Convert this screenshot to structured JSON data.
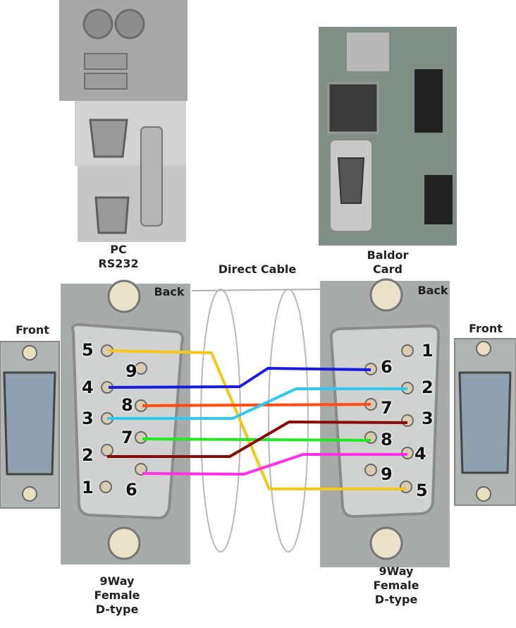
{
  "labels": {
    "pc_title": "PC",
    "pc_subtitle": "RS232",
    "baldor_title": "Baldor",
    "baldor_subtitle": "Card",
    "cable": "Direct Cable",
    "back_left": "Back",
    "back_right": "Back",
    "front_left": "Front",
    "front_right": "Front",
    "type_left_1": "9Way",
    "type_left_2": "Female",
    "type_left_3": "D-type",
    "type_right_1": "9Way",
    "type_right_2": "Female",
    "type_right_3": "D-type"
  },
  "left_pins": [
    "5",
    "9",
    "4",
    "8",
    "3",
    "7",
    "2",
    "1",
    "6"
  ],
  "right_pins": [
    "1",
    "6",
    "2",
    "7",
    "3",
    "8",
    "4",
    "9",
    "5"
  ],
  "wire_colors": {
    "pin5": "#f5c518",
    "pin4": "#1a1adf",
    "pin8": "#ff4a10",
    "pin3": "#2ec9f0",
    "pin7": "#22e822",
    "pin2": "#8a0a0a",
    "pin6": "#ff2ee8"
  }
}
